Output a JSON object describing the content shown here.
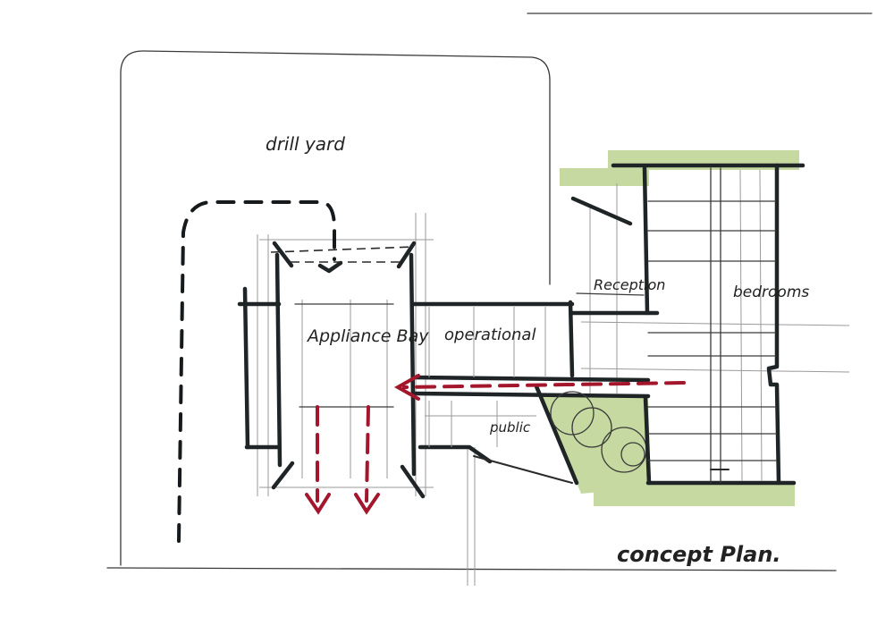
{
  "labels": {
    "drill_yard": "drill yard",
    "appliance_bay": "Appliance Bay",
    "operational": "operational",
    "reception": "Reception",
    "bedrooms": "bedrooms",
    "public": "public",
    "title": "concept Plan."
  },
  "colors": {
    "ink": "#1f2426",
    "arrow_red": "#a3162c",
    "highlight_green": "#c5d9a0"
  }
}
